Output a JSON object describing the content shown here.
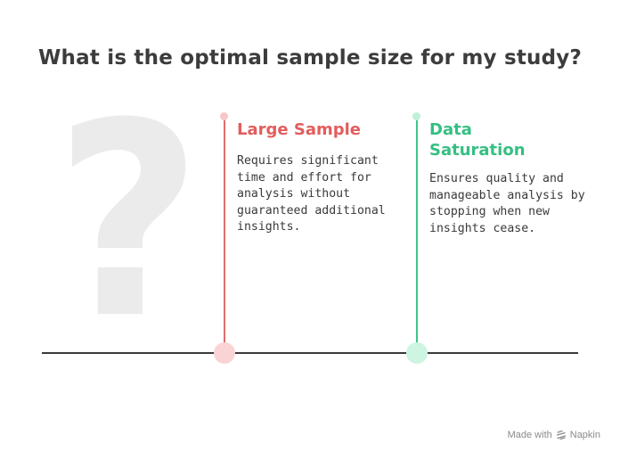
{
  "title": "What is the optimal sample size for my study?",
  "background_glyph": "?",
  "cards": [
    {
      "title": "Large Sample",
      "text": "Requires significant time and effort for analysis without guaranteed additional insights.",
      "color": "#e25d5d"
    },
    {
      "title": "Data Saturation",
      "text": "Ensures quality and manageable analysis by stopping when new insights cease.",
      "color": "#35bf83"
    }
  ],
  "footer": {
    "made_with": "Made with",
    "brand": "Napkin",
    "icon": "napkin-logo-icon"
  }
}
